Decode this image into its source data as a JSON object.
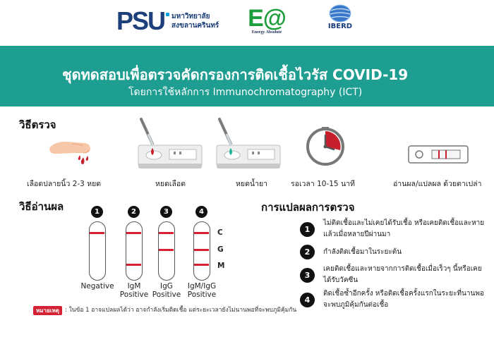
{
  "logos": {
    "psu_mark": "PSU",
    "psu_line1": "มหาวิทยาลัย",
    "psu_line2": "สงขลานครินทร์",
    "ea_mark": "E@",
    "ea_sub": "Energy Absolute",
    "iberd_text": "IBERD"
  },
  "banner": {
    "title": "ชุดทดสอบเพื่อตรวจคัดกรองการติดเชื้อไวรัส COVID-19",
    "subtitle": "โดยการใช้หลักการ Immunochromatography (ICT)",
    "color": "#1e9d91"
  },
  "test_method": {
    "heading": "วิธีตรวจ",
    "steps": [
      {
        "icon": "finger-blood-icon",
        "label": "เลือดปลายนิ้ว 2-3 หยด"
      },
      {
        "icon": "dropper-blood-icon",
        "label": "หยดเลือด"
      },
      {
        "icon": "dropper-reagent-icon",
        "label": "หยดน้ำยา"
      },
      {
        "icon": "clock-icon",
        "label": "รอเวลา 10-15 นาที"
      },
      {
        "icon": "test-cassette-icon",
        "label": "อ่านผล/แปลผล ด้วยตาเปล่า"
      }
    ]
  },
  "read_method": {
    "heading": "วิธีอ่านผล",
    "band_labels": [
      "C",
      "G",
      "M"
    ],
    "strips": [
      {
        "num": "1",
        "line1": "Negative",
        "line2": ""
      },
      {
        "num": "2",
        "line1": "IgM",
        "line2": "Positive"
      },
      {
        "num": "3",
        "line1": "IgG",
        "line2": "Positive"
      },
      {
        "num": "4",
        "line1": "IgM/IgG",
        "line2": "Positive"
      }
    ]
  },
  "interpretation": {
    "heading": "การแปลผลการตรวจ",
    "items": [
      {
        "num": "1",
        "text": "ไม่ติดเชื้อและไม่เคยได้รับเชื้อ หรือเคยติดเชื้อและหายแล้วเมื่อหลายปีผ่านมา"
      },
      {
        "num": "2",
        "text": "กำลังติดเชื้อมาในระยะต้น"
      },
      {
        "num": "3",
        "text": "เคยติดเชื้อและหายจากการติดเชื้อเมื่อเร็วๆ นี้หรือเคยได้รับวัคซีน"
      },
      {
        "num": "4",
        "text": "ติดเชื้อซ้ำอีกครั้ง หรือติดเชื้อครั้งแรกในระยะที่นานพอจะพบภูมิคุ้มกันต่อเชื้อ"
      }
    ]
  },
  "note": {
    "badge": "หมายเหตุ",
    "text": ": ในข้อ 1 อาจแปลผลได้ว่า อาจกำลังเริ่มติดเชื้อ แต่ระยะเวลายังไม่นานพอที่จะพบภูมิคุ้มกัน"
  },
  "colors": {
    "accent_red": "#d42234",
    "reagent_teal": "#1fb49a",
    "psu_blue": "#1d3f7c",
    "ea_green": "#1d9e3d"
  }
}
